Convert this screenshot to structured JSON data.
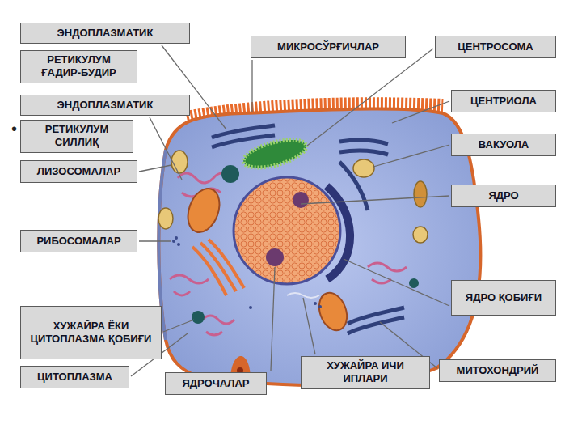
{
  "diagram": {
    "nodes": [
      {
        "text": [
          "ЭНДОПЛАЗМАТИК"
        ]
      },
      {
        "text": [
          "РЕТИКУЛУМ ҒАДИР-БУДИР"
        ]
      },
      {
        "text": [
          "МИКРОСЎРҒИЧЛАР"
        ]
      },
      {
        "text": [
          "ЦЕНТРОСОМА"
        ]
      },
      {
        "text": [
          "ЦЕНТРИОЛА"
        ]
      },
      {
        "text": [
          "ЭНДОПЛАЗМАТИК"
        ]
      },
      {
        "text": [
          "РЕТИКУЛУМ СИЛЛИҚ"
        ]
      },
      {
        "text": [
          "ВАКУОЛА"
        ]
      },
      {
        "text": [
          "ЛИЗОСОМАЛАР"
        ]
      },
      {
        "text": [
          "ЯДРО"
        ]
      },
      {
        "text": [
          "РИБОСОМАЛАР"
        ]
      },
      {
        "text": [
          "ЯДРО ҚОБИҒИ"
        ]
      },
      {
        "text": [
          "ХУЖАЙРА ЁКИ ЦИТОПЛАЗМА ҚОБИҒИ"
        ]
      },
      {
        "text": [
          "ХУЖАЙРА ИЧИ ИПЛАРИ"
        ]
      },
      {
        "text": [
          "МИТОХОНДРИЙ"
        ]
      },
      {
        "text": [
          "ЦИТОПЛАЗМА"
        ]
      },
      {
        "text": [
          "ЯДРОЧАЛАР"
        ]
      }
    ],
    "labels": [
      "•"
    ]
  }
}
